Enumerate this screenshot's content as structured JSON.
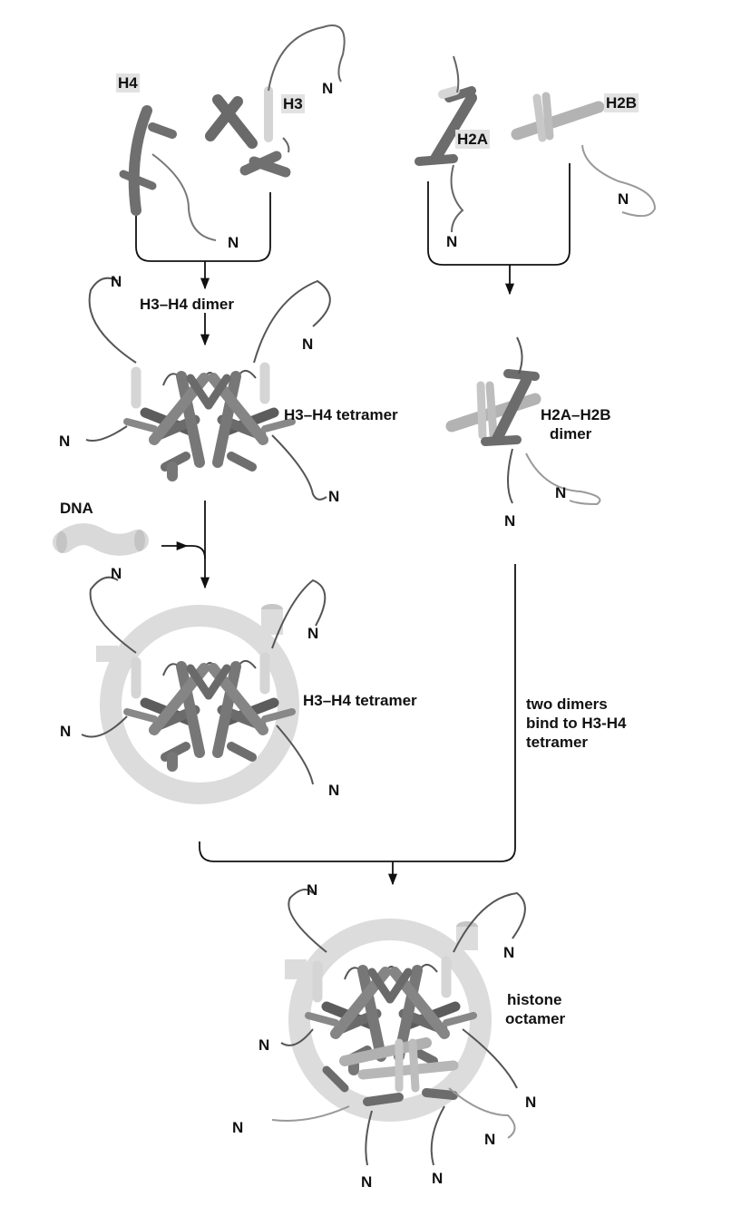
{
  "colors": {
    "dark_helix": "#6e6e6e",
    "medium_helix": "#8f8f8f",
    "light_helix": "#c9c9c9",
    "dna": "#dadada",
    "tail": "#555555",
    "arrow": "#111111",
    "label_highlight": "#e2e2e2"
  },
  "labels": {
    "h4": "H4",
    "h3": "H3",
    "h2a": "H2A",
    "h2b": "H2B",
    "h3_h4_dimer": "H3–H4 dimer",
    "h3_h4_tetramer_top": "H3–H4 tetramer",
    "h2a_h2b_dimer_line1": "H2A–H2B",
    "h2a_h2b_dimer_line2": "dimer",
    "dna": "DNA",
    "h3_h4_tetramer_dna": "H3–H4 tetramer",
    "two_dimers_line1": "two dimers",
    "two_dimers_line2": "bind to H3-H4",
    "two_dimers_line3": "tetramer",
    "histone_octamer_line1": "histone",
    "histone_octamer_line2": "octamer",
    "n_terminus": "N"
  }
}
